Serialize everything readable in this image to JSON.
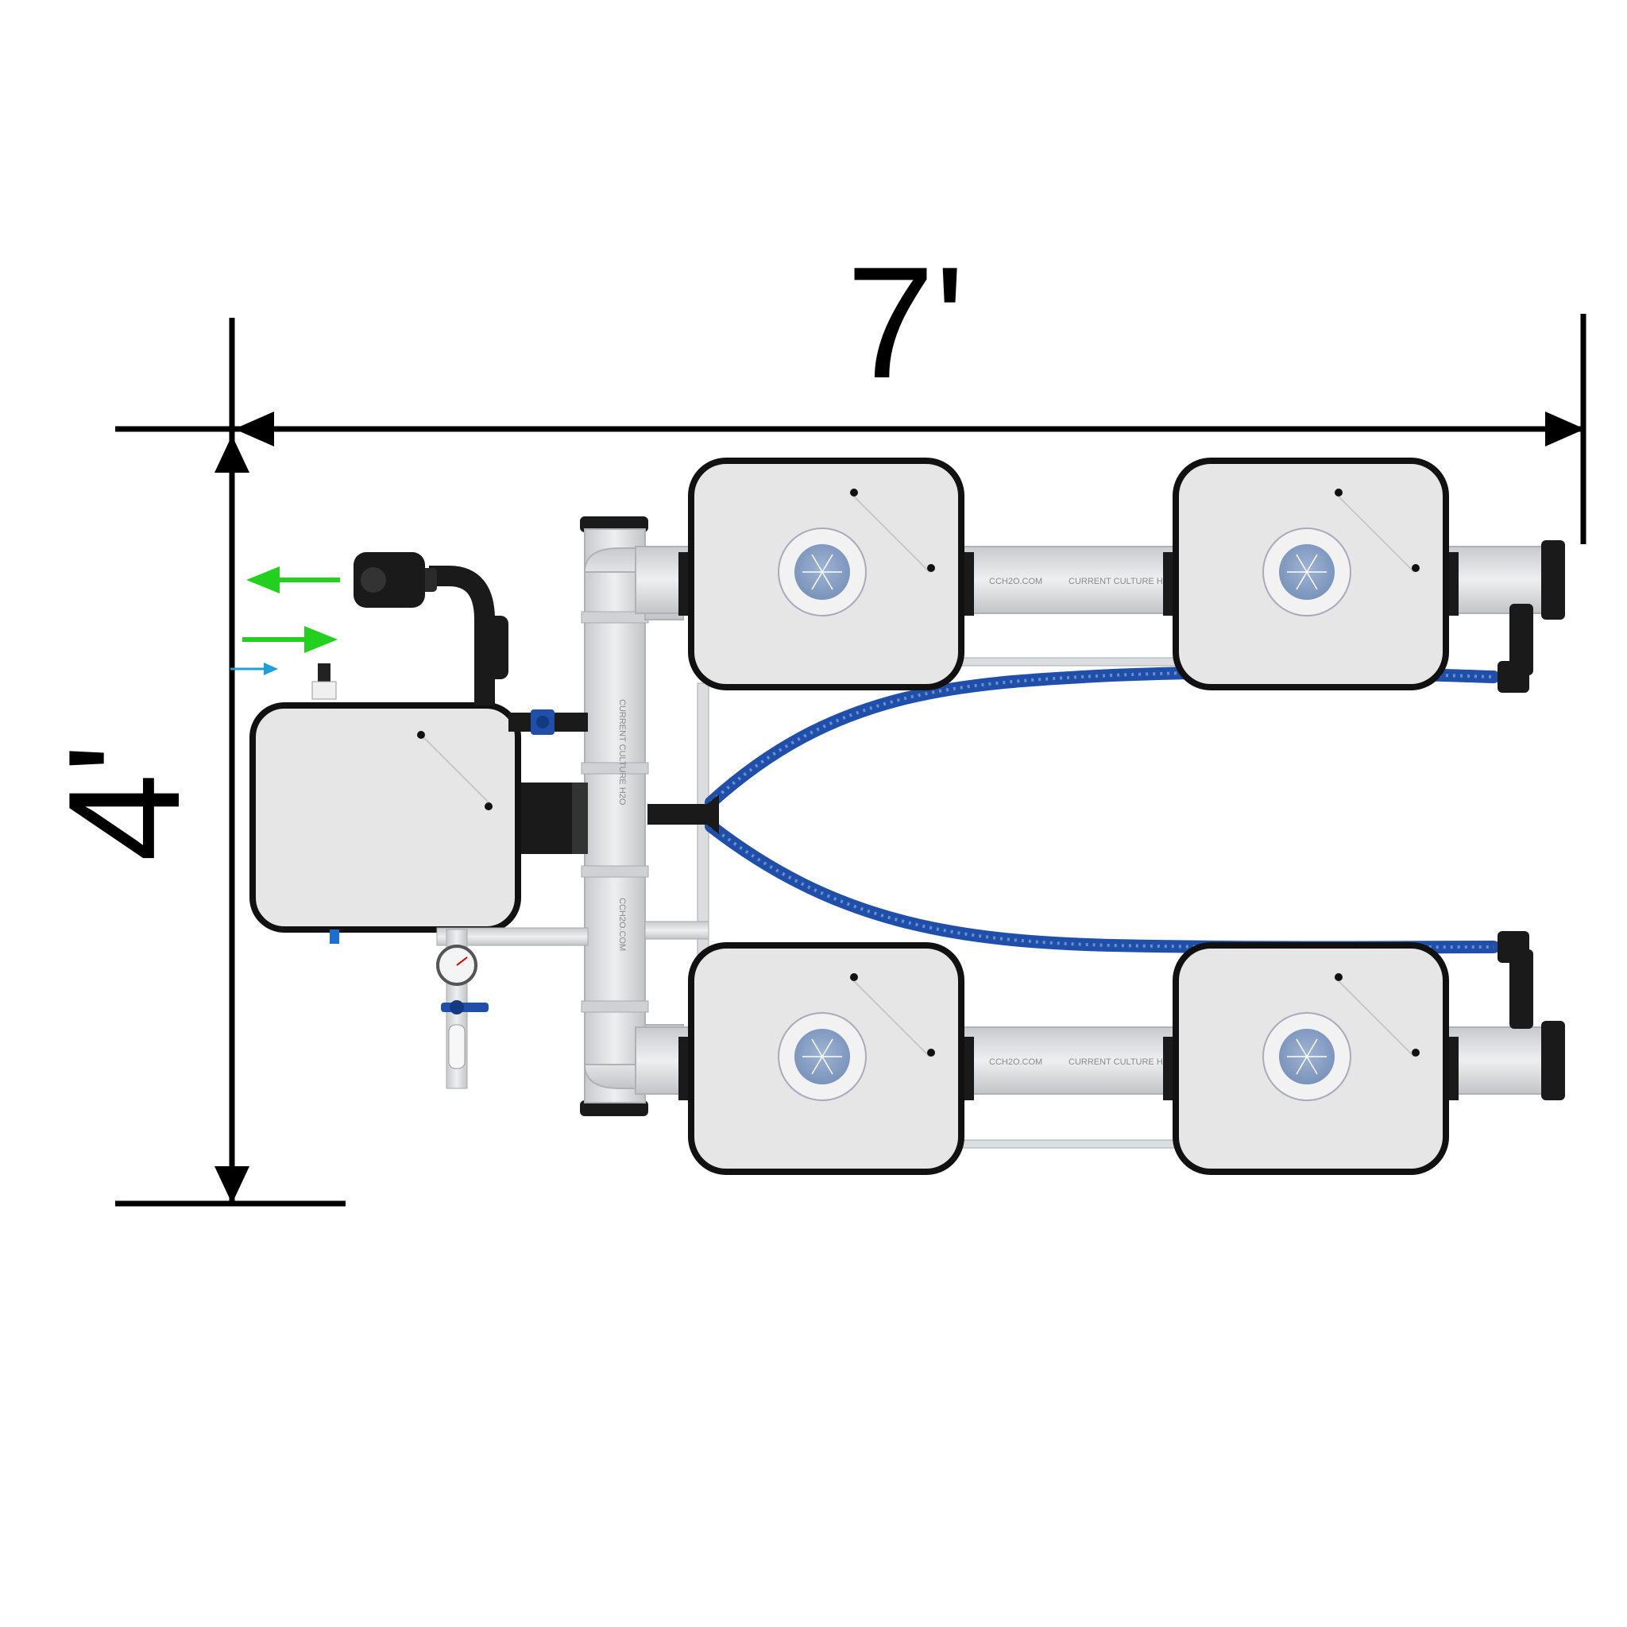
{
  "dimensions": {
    "width_label": "7'",
    "height_label": "4'"
  },
  "pipe_print": {
    "brand": "CURRENT CULTURE H2O",
    "url": "CCH2O.COM"
  },
  "colors": {
    "tank_fill": "#e6e6e6",
    "tank_border": "#111111",
    "pipe_fill": "#dcdde0",
    "hose_blue": "#1f4fa8",
    "lid_blue": "#8fa6c8",
    "arrow_green": "#22d11e",
    "arrow_cyan": "#1ea0d8",
    "fitting_black": "#1a1a1a"
  },
  "icons": {
    "pump": "pump-icon",
    "valve": "ball-valve-icon",
    "gauge": "pressure-gauge-icon",
    "lid": "net-pot-lid-icon"
  }
}
